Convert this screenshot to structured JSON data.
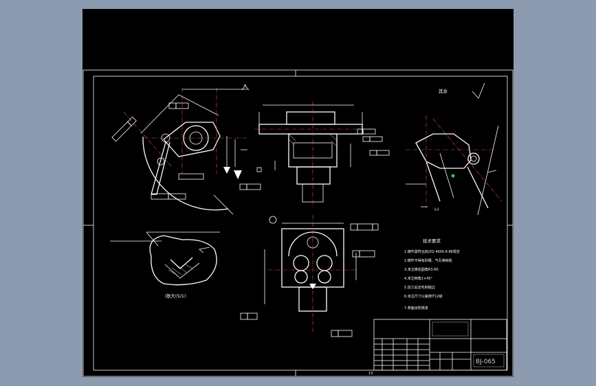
{
  "drawing": {
    "section_label": "Ⅰ-Ⅰ",
    "surface_rest": "其余",
    "detail_label": "Ⅰ放大(5/1)",
    "sheet_number": "13",
    "colors": {
      "background": "#000000",
      "outside": "#8d9bb0",
      "lines": "#ffffff",
      "center_lines": "#ff4b4b",
      "datum_marker": "#2ecc40"
    }
  },
  "notes": {
    "title": "技术要求",
    "items": [
      "1.铸件需符合JB/ZQ 4000.6-86规定",
      "2.铸件不得有砂眼、气孔等缺陷",
      "3.未注铸造圆角R3-R5",
      "4.未注倒角1×45°",
      "5.加工后去毛刺锐边",
      "6.未注尺寸公差按IT12级",
      "7.表面涂防锈漆"
    ]
  },
  "title_block": {
    "drawing_no": "BJ-065"
  }
}
